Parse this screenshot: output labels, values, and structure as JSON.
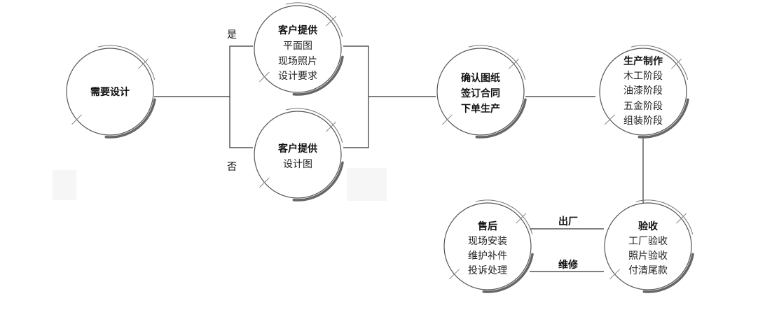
{
  "nodes": {
    "need_design": {
      "title": "需要设计",
      "lines": []
    },
    "client_provide_yes": {
      "title": "客户提供",
      "lines": [
        "平面图",
        "现场照片",
        "设计要求"
      ]
    },
    "client_provide_no": {
      "title": "客户提供",
      "lines": [
        "设计图"
      ]
    },
    "confirm": {
      "title": "",
      "lines": [
        "确认图纸",
        "签订合同",
        "下单生产"
      ]
    },
    "production": {
      "title": "生产制作",
      "lines": [
        "木工阶段",
        "油漆阶段",
        "五金阶段",
        "组装阶段"
      ]
    },
    "inspection": {
      "title": "验收",
      "lines": [
        "工厂验收",
        "照片验收",
        "付清尾款"
      ]
    },
    "after_sales": {
      "title": "售后",
      "lines": [
        "现场安装",
        "维护补件",
        "投诉处理"
      ]
    }
  },
  "edge_labels": {
    "yes": "是",
    "no": "否",
    "ship": "出厂",
    "repair": "维修"
  }
}
